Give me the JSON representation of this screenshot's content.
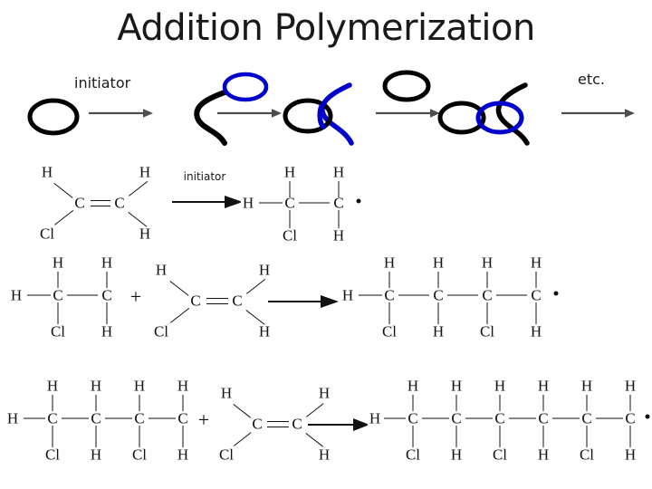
{
  "slide": {
    "title": "Addition Polymerization",
    "background_color": "#ffffff",
    "text_color": "#111111",
    "accent_color": "#0000cc"
  },
  "cartoon_row": {
    "initiator_label": "initiator",
    "etc_label": "etc.",
    "monomer_color": "#000000",
    "second_monomer_color": "#0000cc",
    "steps": [
      {
        "name": "monomer-ring",
        "shape": "ellipse",
        "color": "#000000"
      },
      {
        "name": "opened-radical",
        "shape": "squiggle",
        "color": "#000000"
      },
      {
        "name": "dimer",
        "shape": "ring-plus-squiggle",
        "color": "#0000cc"
      },
      {
        "name": "trimer",
        "shape": "two-rings-squiggle",
        "color": "#0000cc"
      }
    ]
  },
  "reactions": [
    {
      "id": "initiation",
      "label": "initiator",
      "reactants": [
        {
          "type": "alkene",
          "name": "vinyl-chloride",
          "left_top": "H",
          "left_bottom": "Cl",
          "right_top": "H",
          "right_bottom": "H",
          "carbon": "C",
          "bond": "double"
        }
      ],
      "products": [
        {
          "type": "chain",
          "name": "vinyl-chloride-radical",
          "left_cap": "H",
          "carbons": [
            "C",
            "C"
          ],
          "top": [
            "H",
            "H"
          ],
          "bottom": [
            "Cl",
            "H"
          ],
          "radical": true
        }
      ]
    },
    {
      "id": "propagation-1",
      "label": "",
      "reactants": [
        {
          "type": "chain",
          "name": "vinyl-chloride-radical",
          "left_cap": "H",
          "carbons": [
            "C",
            "C"
          ],
          "top": [
            "H",
            "H"
          ],
          "bottom": [
            "Cl",
            "H"
          ],
          "radical": false
        },
        {
          "type": "alkene",
          "name": "vinyl-chloride",
          "left_top": "H",
          "left_bottom": "Cl",
          "right_top": "H",
          "right_bottom": "H",
          "carbon": "C",
          "bond": "double"
        }
      ],
      "plus": "+",
      "products": [
        {
          "type": "chain",
          "name": "tetramer-radical",
          "left_cap": "H",
          "carbons": [
            "C",
            "C",
            "C",
            "C"
          ],
          "top": [
            "H",
            "H",
            "H",
            "H"
          ],
          "bottom": [
            "Cl",
            "H",
            "Cl",
            "H"
          ],
          "radical": true
        }
      ]
    },
    {
      "id": "propagation-2",
      "label": "",
      "reactants": [
        {
          "type": "chain",
          "name": "tetramer",
          "left_cap": "H",
          "carbons": [
            "C",
            "C",
            "C",
            "C"
          ],
          "top": [
            "H",
            "H",
            "H",
            "H"
          ],
          "bottom": [
            "Cl",
            "H",
            "Cl",
            "H"
          ],
          "radical": false
        },
        {
          "type": "alkene",
          "name": "vinyl-chloride",
          "left_top": "H",
          "left_bottom": "Cl",
          "right_top": "H",
          "right_bottom": "H",
          "carbon": "C",
          "bond": "double"
        }
      ],
      "plus": "+",
      "products": [
        {
          "type": "chain",
          "name": "hexamer-radical",
          "left_cap": "H",
          "carbons": [
            "C",
            "C",
            "C",
            "C",
            "C",
            "C"
          ],
          "top": [
            "H",
            "H",
            "H",
            "H",
            "H",
            "H"
          ],
          "bottom": [
            "Cl",
            "H",
            "Cl",
            "H",
            "Cl",
            "H"
          ],
          "radical": true
        }
      ]
    }
  ]
}
